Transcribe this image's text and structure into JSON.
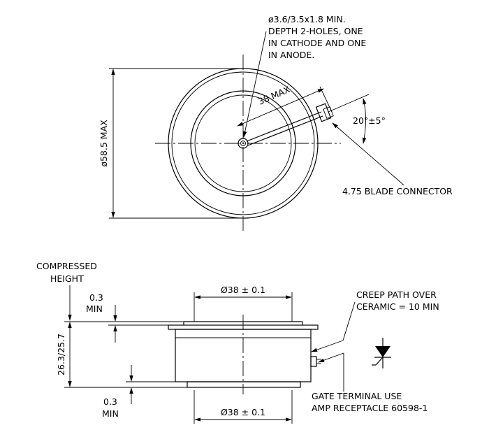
{
  "top_view": {
    "hole_note_lines": [
      "ø3.6/3.5x1.8 MIN.",
      "DEPTH 2-HOLES, ONE",
      "IN CATHODE AND ONE",
      "IN ANODE."
    ],
    "radius_label": "38 MAX",
    "angle_label": "20°±5°",
    "diameter_label": "ø58.5 MAX",
    "connector_label": "4.75 BLADE CONNECTOR"
  },
  "side_view": {
    "compressed_height_lines": [
      "COMPRESSED",
      "HEIGHT"
    ],
    "top_clearance_lines": [
      "0.3",
      "MIN"
    ],
    "top_diameter_label": "Ø38 ± 0.1",
    "height_label": "26.3/25.7",
    "creep_lines": [
      "CREEP PATH OVER",
      "CERAMIC = 10 MIN"
    ],
    "bottom_clearance_lines": [
      "0.3",
      "MIN"
    ],
    "bottom_diameter_label": "Ø38 ± 0.1",
    "gate_lines": [
      "GATE TERMINAL USE",
      "AMP RECEPTACLE 60598-1"
    ]
  }
}
